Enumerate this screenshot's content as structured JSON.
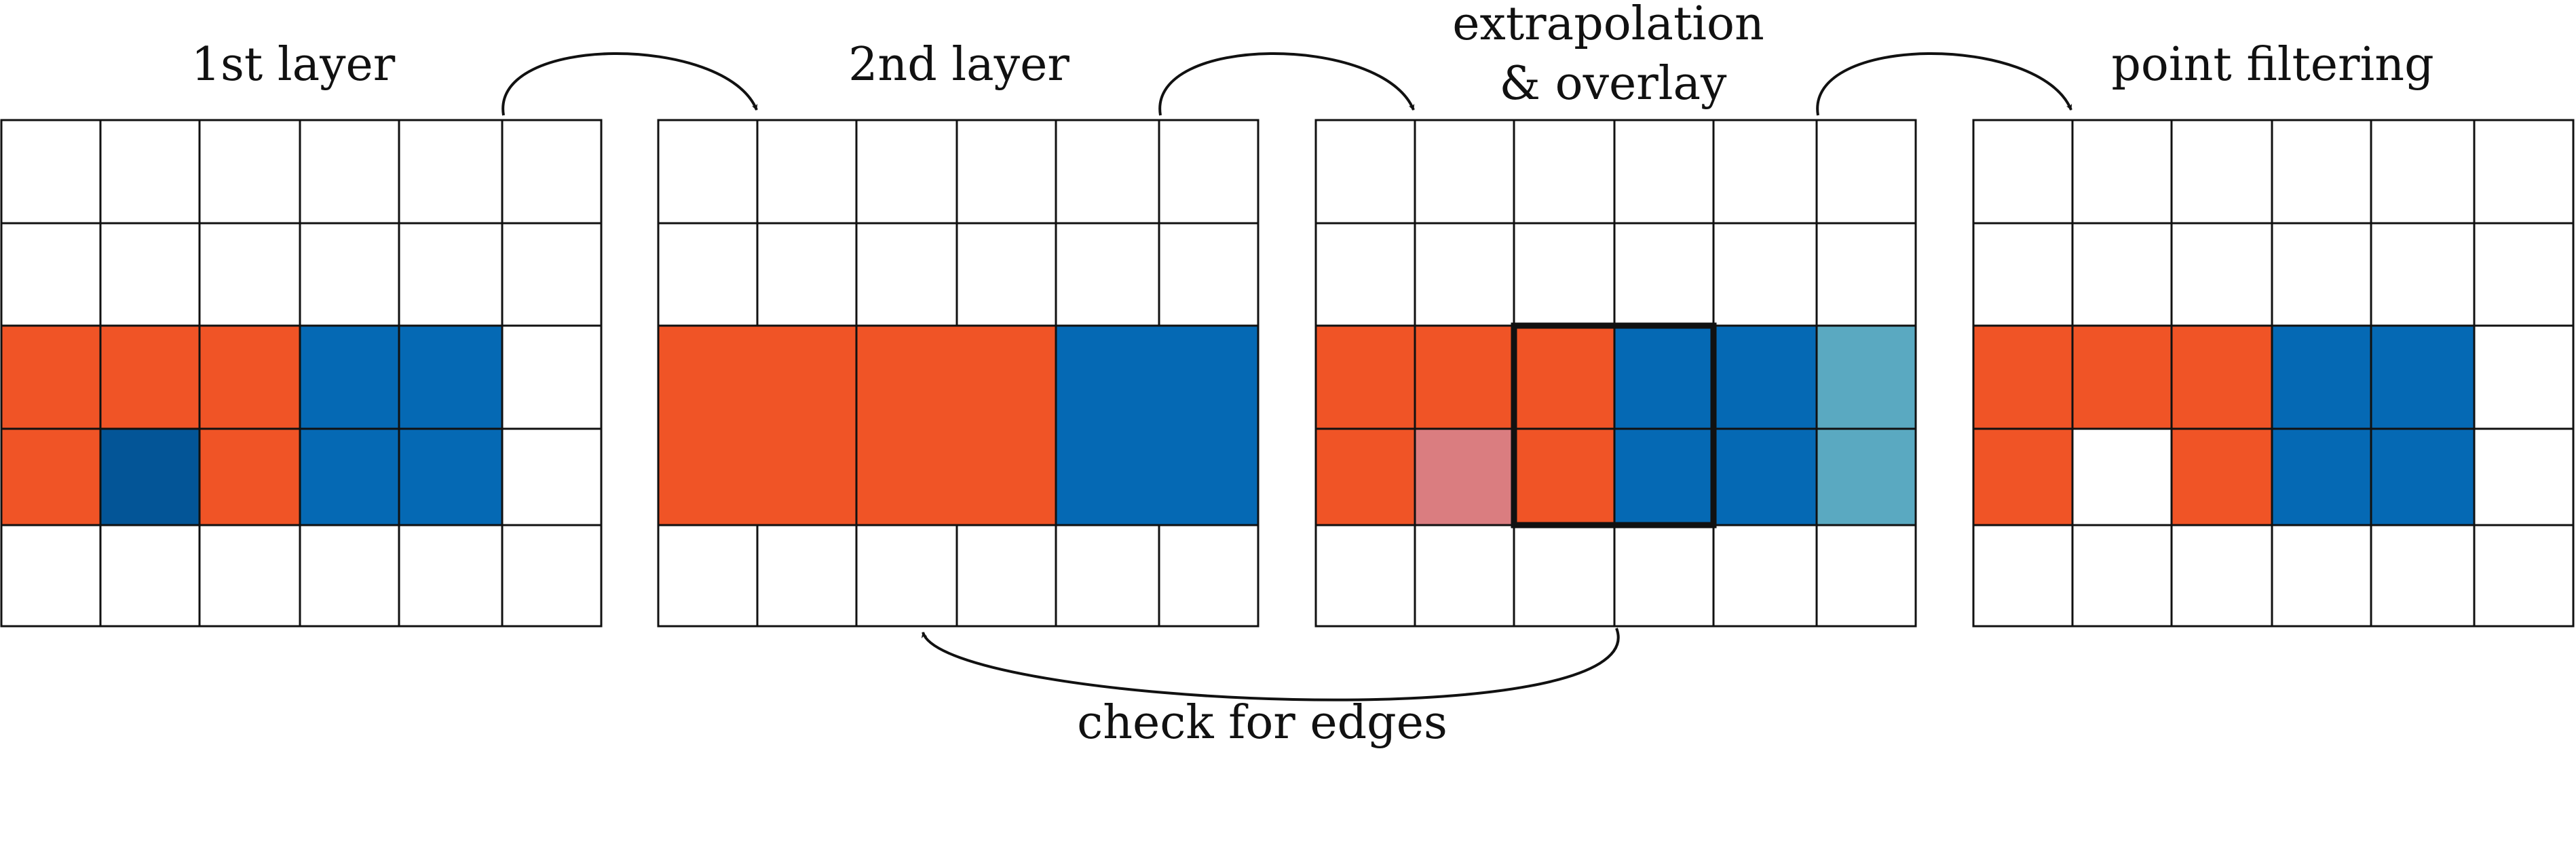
{
  "labels": {
    "panel_1": "1st layer",
    "panel_2": "2nd layer",
    "panel_3_line1": "extrapolation",
    "panel_3_line2": "& overlay",
    "panel_4": "point filtering",
    "feedback": "check for edges"
  },
  "colors": {
    "white": "#ffffff",
    "orange": "#f05426",
    "blue": "#0569b4",
    "dark_blue": "#035597",
    "pink": "#da7d80",
    "light_blue": "#5aa9c1",
    "stroke": "#111111"
  },
  "panels": [
    {
      "id": "panel-1st-layer",
      "rows": [
        [
          "white",
          "white",
          "white",
          "white",
          "white",
          "white"
        ],
        [
          "white",
          "white",
          "white",
          "white",
          "white",
          "white"
        ],
        [
          "orange",
          "orange",
          "orange",
          "blue",
          "blue",
          "white"
        ],
        [
          "orange",
          "dark_blue",
          "orange",
          "blue",
          "blue",
          "white"
        ],
        [
          "white",
          "white",
          "white",
          "white",
          "white",
          "white"
        ]
      ]
    },
    {
      "id": "panel-2nd-layer",
      "rows": [
        [
          "white",
          "white",
          "white",
          "white",
          "white",
          "white"
        ],
        [
          "white",
          "white",
          "white",
          "white",
          "white",
          "white"
        ],
        [
          "orange",
          "orange",
          "orange",
          "orange",
          "blue",
          "blue"
        ],
        [
          "orange",
          "orange",
          "orange",
          "orange",
          "blue",
          "blue"
        ],
        [
          "white",
          "white",
          "white",
          "white",
          "white",
          "white"
        ]
      ],
      "blocks": [
        {
          "color": "orange",
          "row": 2,
          "col": 0,
          "rows": 2,
          "cols": 2
        },
        {
          "color": "orange",
          "row": 2,
          "col": 2,
          "rows": 2,
          "cols": 2
        },
        {
          "color": "blue",
          "row": 2,
          "col": 4,
          "rows": 2,
          "cols": 2
        }
      ]
    },
    {
      "id": "panel-extrapolation-overlay",
      "rows": [
        [
          "white",
          "white",
          "white",
          "white",
          "white",
          "white"
        ],
        [
          "white",
          "white",
          "white",
          "white",
          "white",
          "white"
        ],
        [
          "orange",
          "orange",
          "orange",
          "blue",
          "blue",
          "light_blue"
        ],
        [
          "orange",
          "pink",
          "orange",
          "blue",
          "blue",
          "light_blue"
        ],
        [
          "white",
          "white",
          "white",
          "white",
          "white",
          "white"
        ]
      ],
      "highlight": {
        "row": 2,
        "col": 2,
        "rows": 2,
        "cols": 2
      }
    },
    {
      "id": "panel-point-filtering",
      "rows": [
        [
          "white",
          "white",
          "white",
          "white",
          "white",
          "white"
        ],
        [
          "white",
          "white",
          "white",
          "white",
          "white",
          "white"
        ],
        [
          "orange",
          "orange",
          "orange",
          "blue",
          "blue",
          "white"
        ],
        [
          "orange",
          "white",
          "orange",
          "blue",
          "blue",
          "white"
        ],
        [
          "white",
          "white",
          "white",
          "white",
          "white",
          "white"
        ]
      ]
    }
  ]
}
